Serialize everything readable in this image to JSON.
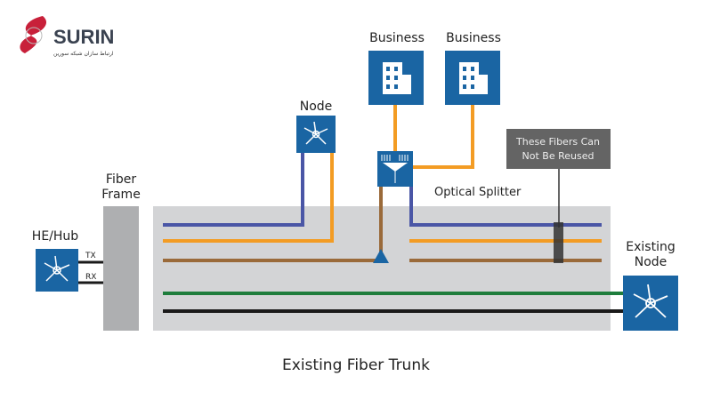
{
  "logo": {
    "name": "SURIN",
    "tagline": "ارتباط سازان شبکه سورین"
  },
  "labels": {
    "he_hub": "HE/Hub",
    "tx": "TX",
    "rx": "RX",
    "fiber_frame_1": "Fiber",
    "fiber_frame_2": "Frame",
    "node": "Node",
    "business_1": "Business",
    "business_2": "Business",
    "optical_splitter": "Optical Splitter",
    "callout_1": "These Fibers Can",
    "callout_2": "Not Be Reused",
    "existing_node_1": "Existing",
    "existing_node_2": "Node",
    "trunk": "Existing Fiber Trunk"
  },
  "colors": {
    "box_blue": "#1a65a3",
    "fiber_blue": "#4a56a6",
    "fiber_orange": "#f39c24",
    "fiber_brown": "#9a6a3a",
    "fiber_green": "#1e7d3c",
    "fiber_black": "#1a1a1a",
    "trunk_gray": "#d3d4d6",
    "frame_gray": "#aeafb1",
    "callout_gray": "#646464"
  }
}
